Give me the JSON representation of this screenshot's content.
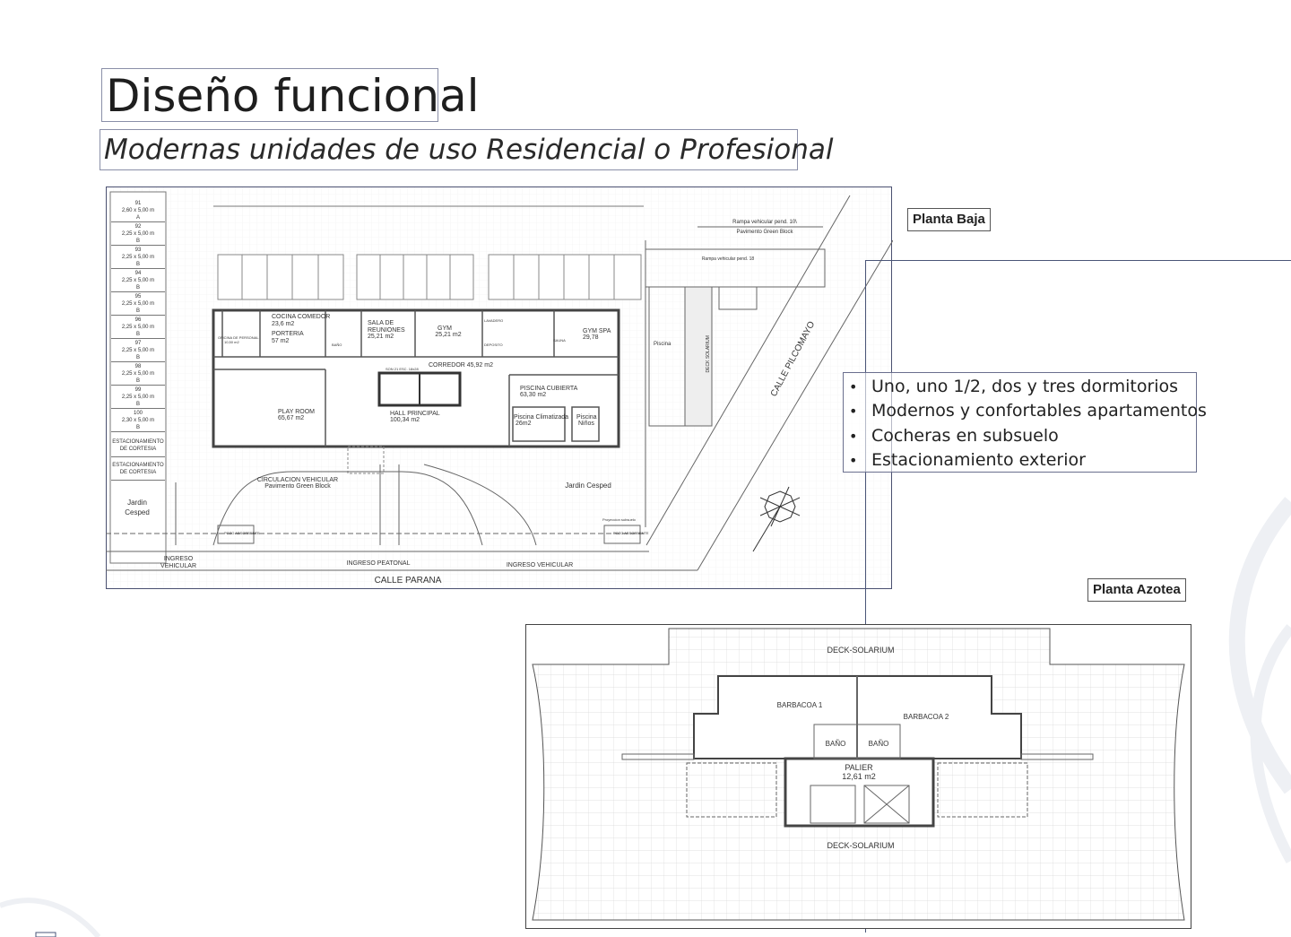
{
  "header": {
    "title": "Diseño funcional",
    "subtitle": "Modernas unidades de uso Residencial o Profesional"
  },
  "features": [
    "Uno, uno 1/2, dos y tres dormitorios",
    "Modernos y confortables apartamentos",
    "Cocheras en subsuelo",
    "Estacionamiento exterior"
  ],
  "planta_baja": {
    "label": "Planta Baja",
    "parking": [
      {
        "num": "91",
        "size": "2,60 x 5,00 m",
        "type": "A"
      },
      {
        "num": "92",
        "size": "2,25 x 5,00 m",
        "type": "B"
      },
      {
        "num": "93",
        "size": "2,25 x 5,00 m",
        "type": "B"
      },
      {
        "num": "94",
        "size": "2,25 x 5,00 m",
        "type": "B"
      },
      {
        "num": "95",
        "size": "2,25 x 5,00 m",
        "type": "B"
      },
      {
        "num": "96",
        "size": "2,25 x 5,00 m",
        "type": "B"
      },
      {
        "num": "97",
        "size": "2,25 x 5,00 m",
        "type": "B"
      },
      {
        "num": "98",
        "size": "2,25 x 5,00 m",
        "type": "B"
      },
      {
        "num": "99",
        "size": "2,25 x 5,00 m",
        "type": "B"
      },
      {
        "num": "100",
        "size": "2,30 x 5,00 m",
        "type": "B"
      }
    ],
    "courtesy_parking": [
      "ESTACIONAMIENTO DE CORTESIA",
      "ESTACIONAMIENTO DE CORTESIA"
    ],
    "rooms": {
      "cocina": "COCINA COMEDOR",
      "cocina_area": "23,6 m2",
      "porteria": "PORTERIA",
      "porteria_area": "57 m2",
      "oficina": "OFICINA DE PERSONAL",
      "oficina_area": "10,50 m2",
      "sala": "SALA DE",
      "sala2": "REUNIONES",
      "sala_area": "25,21 m2",
      "gym": "GYM",
      "gym_area": "25,21 m2",
      "gymspa": "GYM SPA",
      "gymspa_area": "29,78",
      "lavadero": "LAVADERO",
      "deposito": "DEPOSITO",
      "sauna": "SAUNA",
      "bano": "BAÑO",
      "corredor": "CORREDOR  45,92 m2",
      "escalera": "SON 21 ESC. 18x28",
      "playroom": "PLAY ROOM",
      "playroom_area": "65,67 m2",
      "hall": "HALL PRINCIPAL",
      "hall_area": "100,34 m2",
      "piscina_cub": "PISCINA CUBIERTA",
      "piscina_cub_area": "63,30 m2",
      "piscina_clim": "Piscina Climatizada",
      "piscina_clim_area": "26m2",
      "piscina_ninos": "Piscina",
      "piscina_ninos2": "Niños",
      "circ": "CIRCULACION VEHICULAR",
      "circ2": "Pavimento Green Block",
      "jardin": "Jardin Cesped",
      "jardin_left1": "Jardin",
      "jardin_left2": "Cesped",
      "ingreso_veh1": "INGRESO",
      "ingreso_veh1b": "VEHICULAR",
      "ingreso_peatonal": "INGRESO PEATONAL",
      "ingreso_veh2": "INGRESO VEHICULAR",
      "calle_parana": "CALLE PARANA",
      "calle_pilcomayo": "CALLE PILCOMAYO",
      "rampa1": "Rampa vehicular pend. 10\\",
      "rampa1b": "Pavimento Green Block",
      "rampa2": "Rampa vehicular pend. 18",
      "piscina": "Piscina",
      "deck": "DECK SOLARIUM",
      "proyeccion": "Proyeccion subsuelo",
      "pozo": "POZO ABSORBENTE"
    }
  },
  "planta_azotea": {
    "label": "Planta Azotea",
    "deck_top": "DECK-SOLARIUM",
    "deck_bottom": "DECK-SOLARIUM",
    "barbacoa1": "BARBACOA 1",
    "barbacoa2": "BARBACOA 2",
    "bano1": "BAÑO",
    "bano2": "BAÑO",
    "palier": "PALIER",
    "palier_area": "12,61 m2"
  }
}
